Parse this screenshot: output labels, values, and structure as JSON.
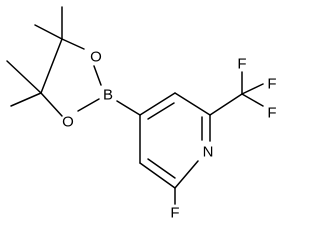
{
  "molecule": {
    "atoms": {
      "b": "B",
      "o_upper": "O",
      "o_lower": "O",
      "n_ring": "N",
      "f_ring": "F",
      "f_cf3_top": "F",
      "f_cf3_right": "F",
      "f_cf3_bottom": "F"
    }
  },
  "colors": {
    "bond": "#000000",
    "text": "#000000",
    "background": "#ffffff"
  }
}
